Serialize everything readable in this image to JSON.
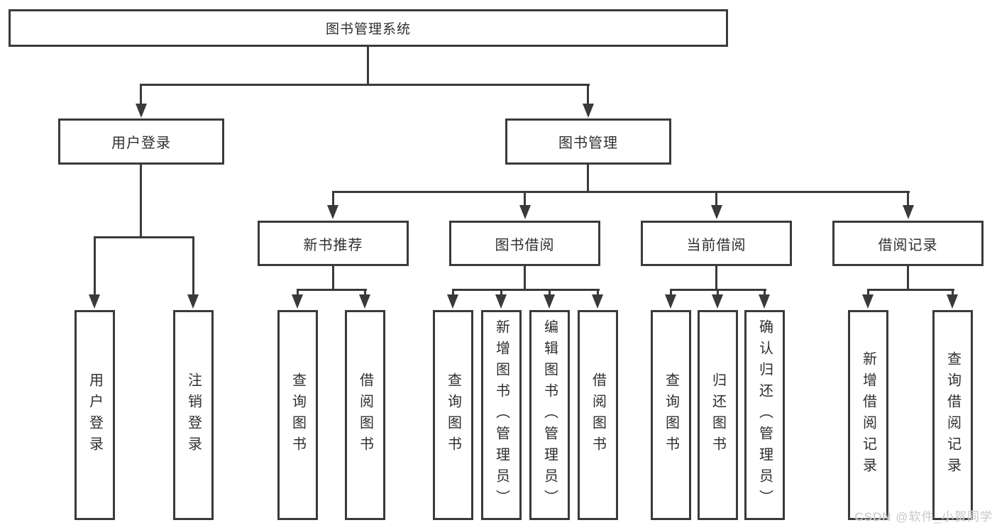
{
  "colors": {
    "line": "#3a3a3a",
    "text": "#2f2f2f",
    "boxbg": "#ffffff",
    "wm": "#c7c7c7"
  },
  "tree": {
    "root": {
      "label": "图书管理系统"
    },
    "user_login": {
      "label": "用户登录",
      "children": [
        "用户登录",
        "注销登录"
      ]
    },
    "book_mgmt": {
      "label": "图书管理",
      "children": [
        {
          "label": "新书推荐",
          "children": [
            "查询图书",
            "借阅图书"
          ]
        },
        {
          "label": "图书借阅",
          "children": [
            "查询图书",
            "新增图书（管理员）",
            "编辑图书（管理员）",
            "借阅图书"
          ]
        },
        {
          "label": "当前借阅",
          "children": [
            "查询图书",
            "归还图书",
            "确认归还（管理员）"
          ]
        },
        {
          "label": "借阅记录",
          "children": [
            "新增借阅记录",
            "查询借阅记录"
          ]
        }
      ]
    }
  },
  "watermark": {
    "text": "CSDN @软件_小贺同学"
  }
}
